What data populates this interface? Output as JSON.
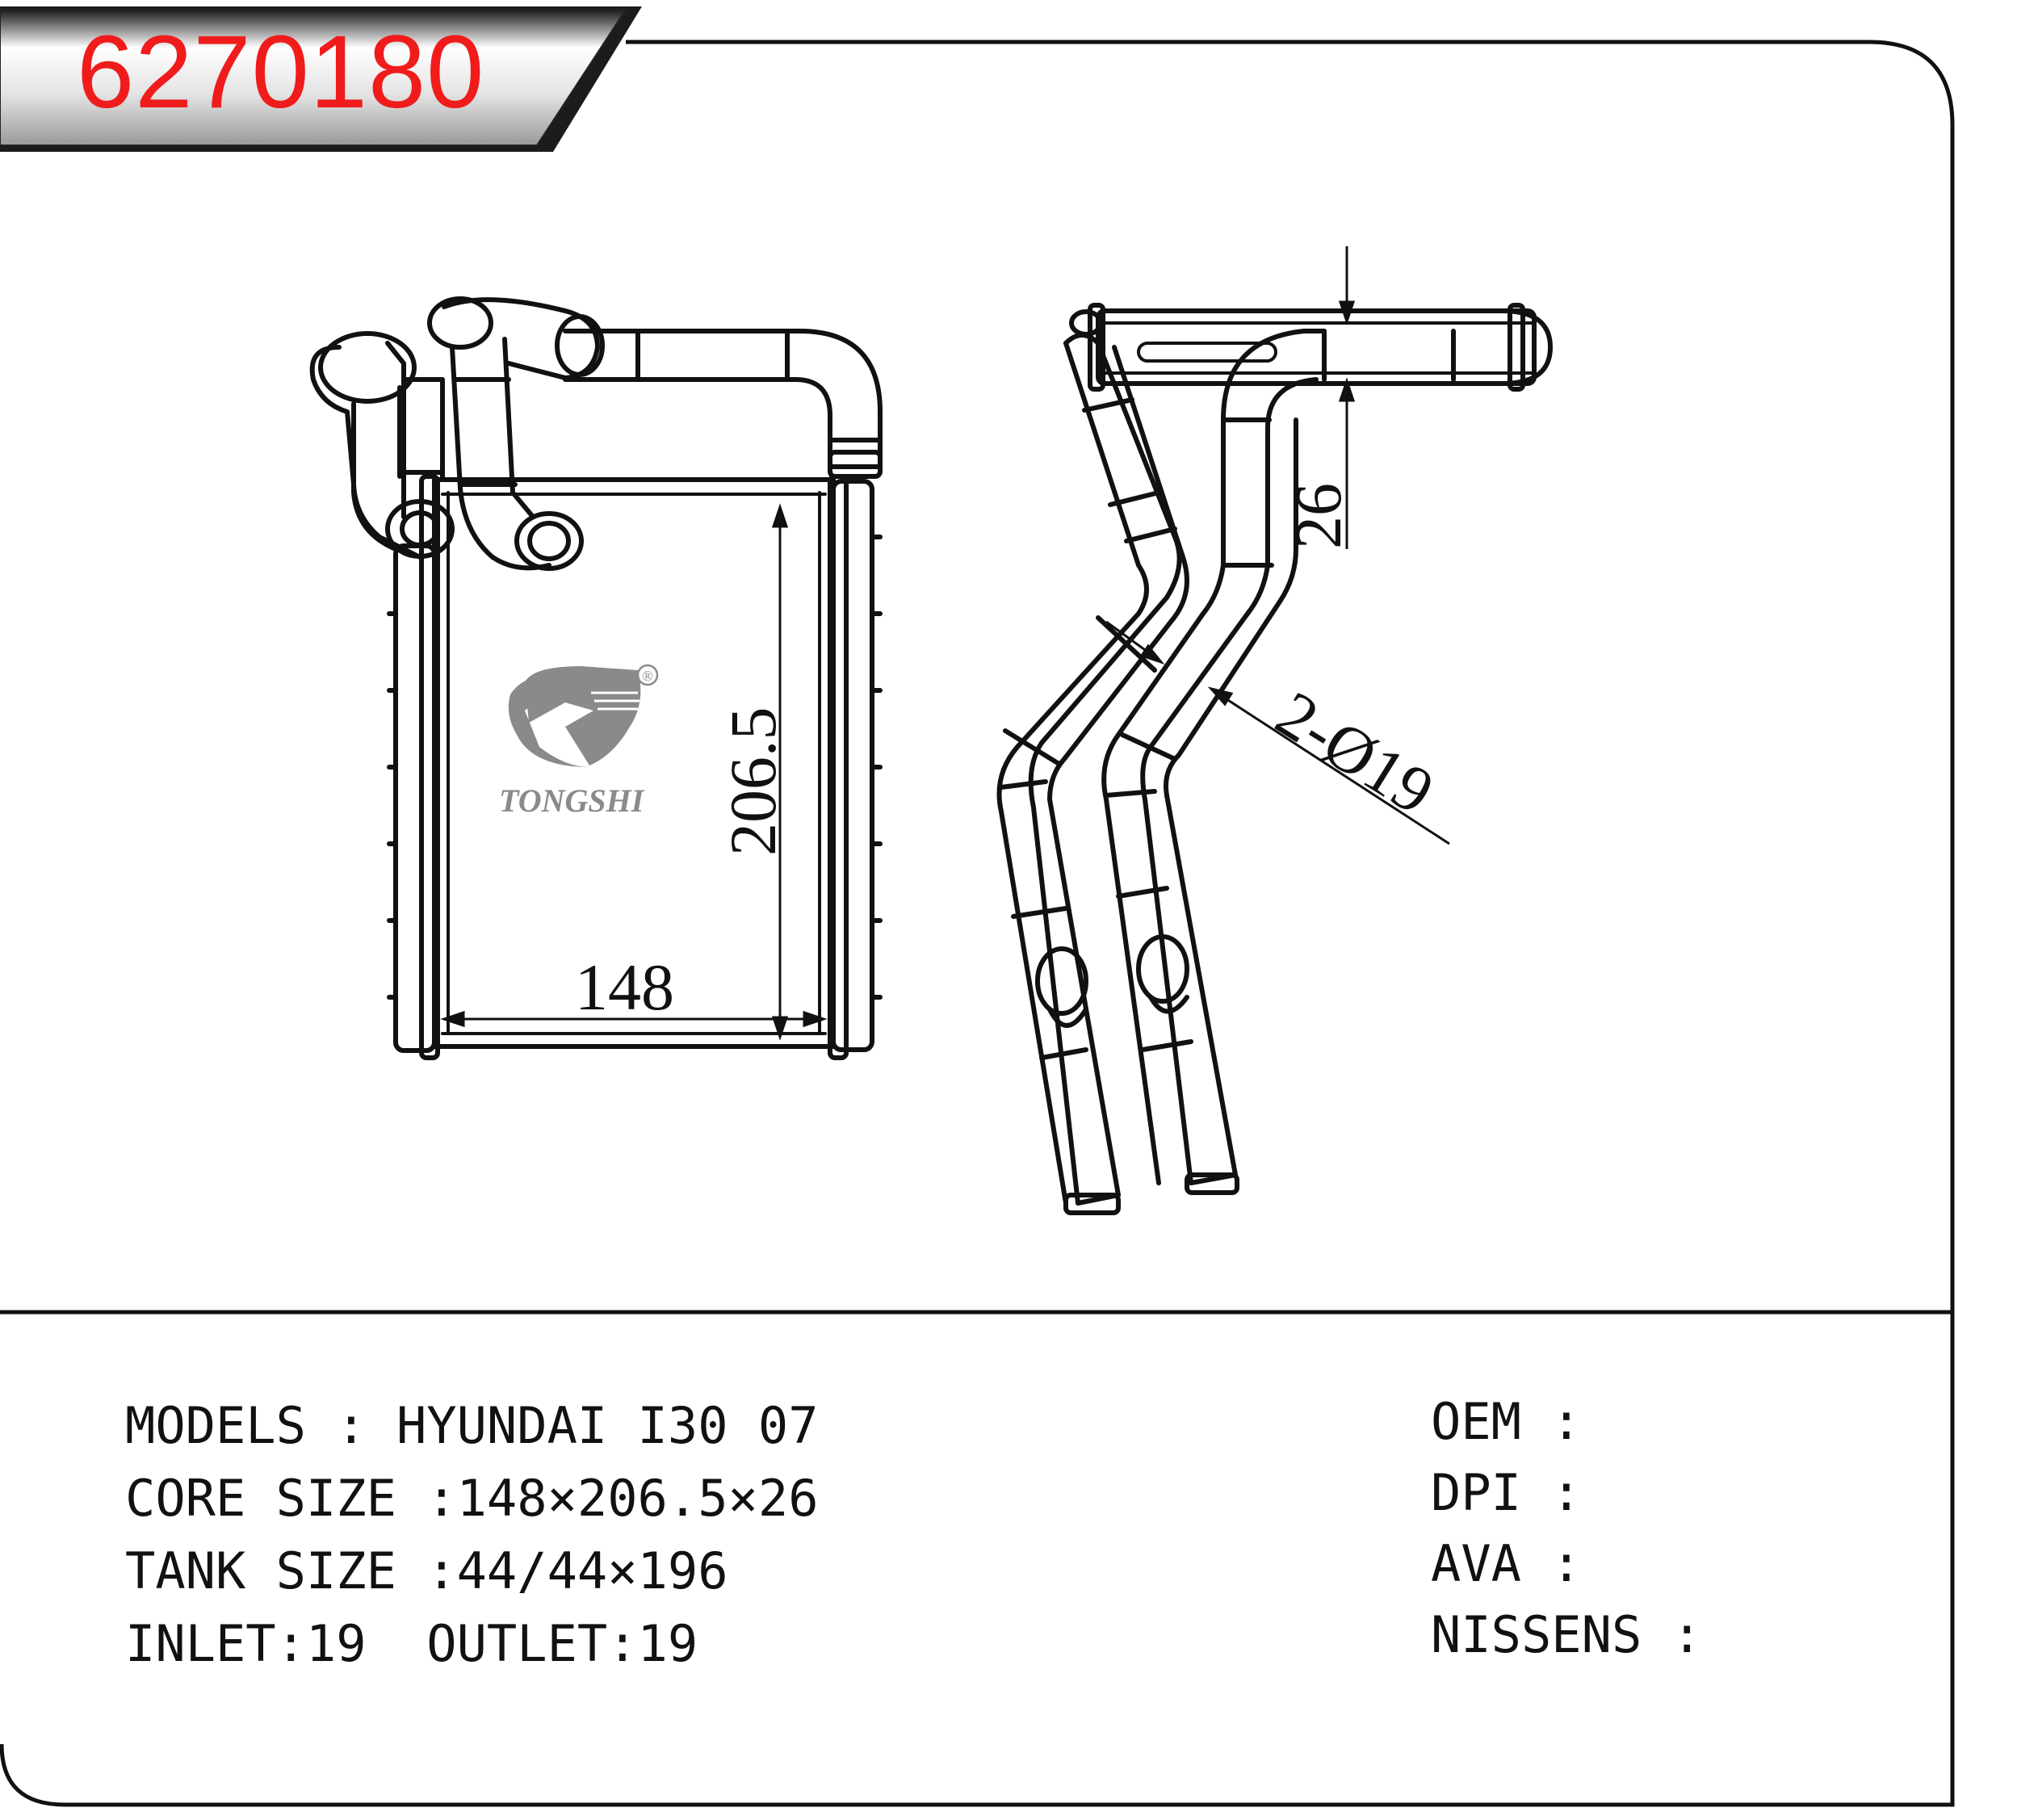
{
  "part_number": "6270180",
  "brand": {
    "logo_text": "TONGSHI",
    "registered_mark": "®"
  },
  "dimensions": {
    "height": "206.5",
    "width": "148",
    "thickness": "26",
    "pipes": "2-Ø19"
  },
  "specs": {
    "models": "MODELS : HYUNDAI I30 07",
    "core_size": "CORE SIZE :148×206.5×26",
    "tank_size": "TANK SIZE :44/44×196",
    "inlet_outlet": "INLET:19  OUTLET:19"
  },
  "oem": {
    "oem": "OEM :",
    "dpi": "DPI :",
    "ava": "AVA :",
    "nissens": "NISSENS :"
  },
  "colors": {
    "title_red": "#f01c1c",
    "line": "#111111",
    "logo_gray": "#8a8a8a"
  }
}
